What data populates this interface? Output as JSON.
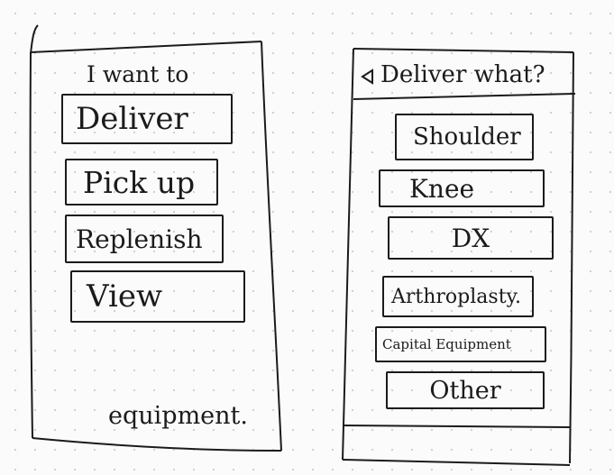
{
  "left_screen": {
    "heading": "I want to",
    "actions": [
      {
        "label": "Deliver"
      },
      {
        "label": "Pick up"
      },
      {
        "label": "Replenish"
      },
      {
        "label": "View"
      }
    ],
    "footer_text": "equipment."
  },
  "right_screen": {
    "back_icon": "back-triangle-icon",
    "title": "Deliver what?",
    "options": [
      {
        "label": "Shoulder"
      },
      {
        "label": "Knee"
      },
      {
        "label": "DX"
      },
      {
        "label": "Arthroplasty."
      },
      {
        "label": "Capital Equipment"
      },
      {
        "label": "Other"
      }
    ]
  },
  "colors": {
    "ink": "#1b1b1b",
    "paper": "#fbfbfb",
    "grid_dot": "#cfcfcf"
  }
}
